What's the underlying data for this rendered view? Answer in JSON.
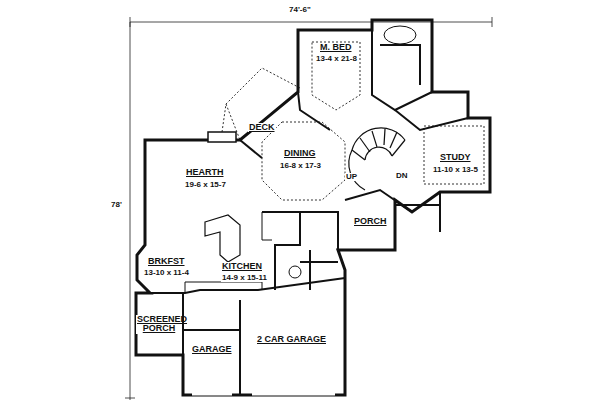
{
  "diagram": {
    "labels": [
      "74'-6\"",
      "78'",
      "M. BED",
      "13-4 x 21-8",
      "DECK",
      "STUDY",
      "11-10 x 13-5",
      "DN",
      "UP",
      "DINING",
      "16-8 x 17-3",
      "HEARTH",
      "19-6 x 15-7",
      "PORCH",
      "BRKFST",
      "13-10 x 11-4",
      "KITCHEN",
      "14-9 x 15-11",
      "SCREENED PORCH",
      "GARAGE",
      "2 CAR GARAGE"
    ]
  }
}
